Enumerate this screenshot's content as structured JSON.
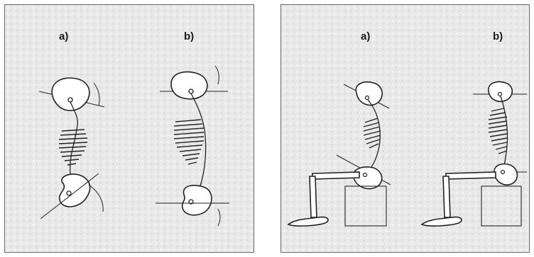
{
  "left_panel": {
    "label_a": "a)",
    "label_b": "b)"
  },
  "right_panel": {
    "label_a": "a)",
    "label_b": "b)"
  }
}
